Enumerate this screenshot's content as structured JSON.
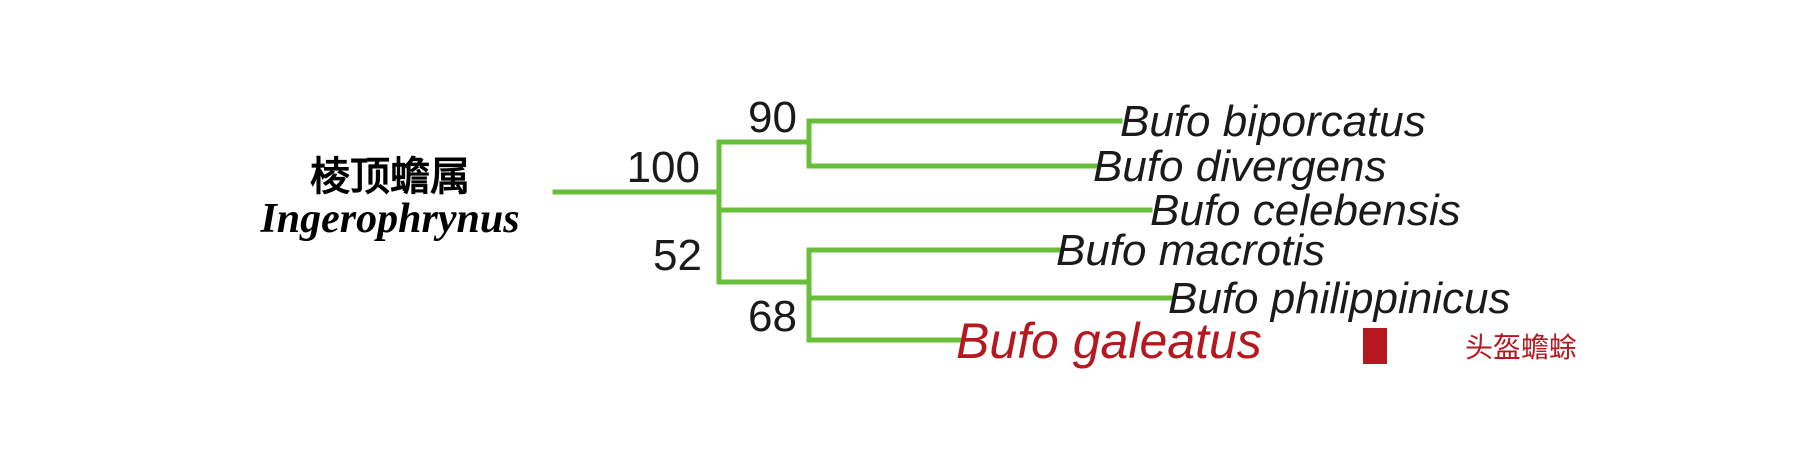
{
  "genus": {
    "chinese_name": "棱顶蟾属",
    "latin_name": "Ingerophrynus"
  },
  "support_values": {
    "root_node": "100",
    "biporcatus_divergens": "90",
    "lower_clade": "52",
    "macrotis_group": "68"
  },
  "taxa": [
    {
      "name": "Bufo biporcatus"
    },
    {
      "name": "Bufo divergens"
    },
    {
      "name": "Bufo celebensis"
    },
    {
      "name": "Bufo macrotis"
    },
    {
      "name": "Bufo philippinicus"
    },
    {
      "name": "Bufo galeatus"
    }
  ],
  "highlighted_species": {
    "common_name": "头盔蟾蜍"
  },
  "colors": {
    "branch": "#6abf3a",
    "highlight": "#b5191f",
    "text": "#1a1a1a"
  }
}
